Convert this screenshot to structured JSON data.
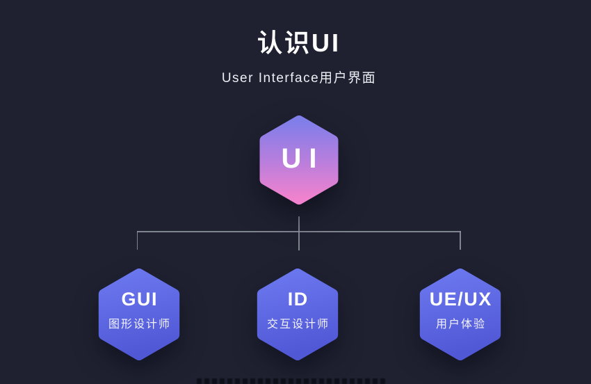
{
  "header": {
    "title": "认识UI",
    "subtitle": "User Interface用户界面"
  },
  "diagram": {
    "root": {
      "label": "UI"
    },
    "children": [
      {
        "label": "GUI",
        "sublabel": "图形设计师"
      },
      {
        "label": "ID",
        "sublabel": "交互设计师"
      },
      {
        "label": "UE/UX",
        "sublabel": "用户体验"
      }
    ]
  },
  "colors": {
    "background": "#1f2130",
    "root_gradient_top": "#807ee9",
    "root_gradient_mid": "#b77edd",
    "root_gradient_bottom": "#f182cd",
    "child_gradient_top": "#6b77ee",
    "child_gradient_bottom": "#5158d6",
    "connector_line": "#9096a0",
    "text": "#ffffff"
  }
}
